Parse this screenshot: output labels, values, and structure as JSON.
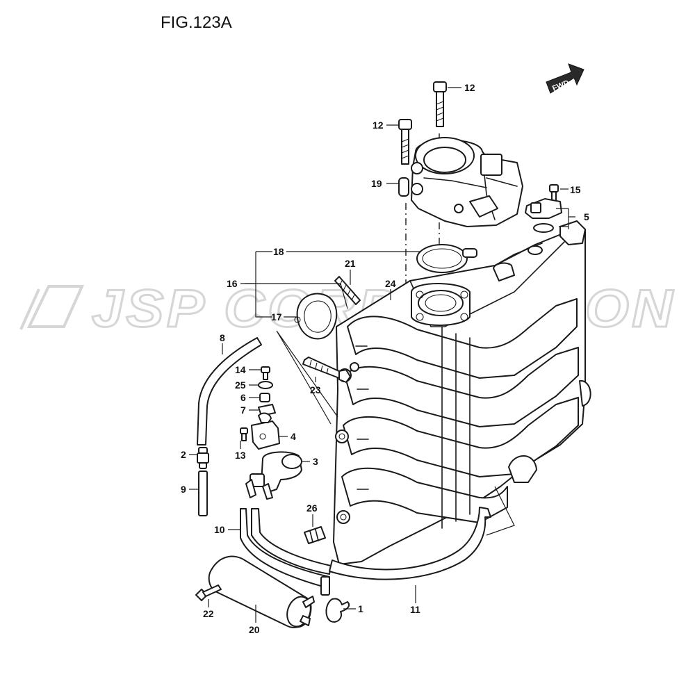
{
  "figure": {
    "title": "FIG.123A"
  },
  "watermark": {
    "text": "JSP CORPORATION"
  },
  "direction_arrow": {
    "label": "FWD"
  },
  "callouts": [
    "12",
    "12",
    "19",
    "15",
    "5",
    "18",
    "21",
    "24",
    "16",
    "17",
    "8",
    "14",
    "25",
    "6",
    "7",
    "23",
    "4",
    "13",
    "2",
    "3",
    "9",
    "26",
    "10",
    "11",
    "22",
    "1",
    "20"
  ],
  "colors": {
    "line": "#1a1a1a",
    "watermark": "#d6d6d6",
    "background": "#ffffff"
  }
}
